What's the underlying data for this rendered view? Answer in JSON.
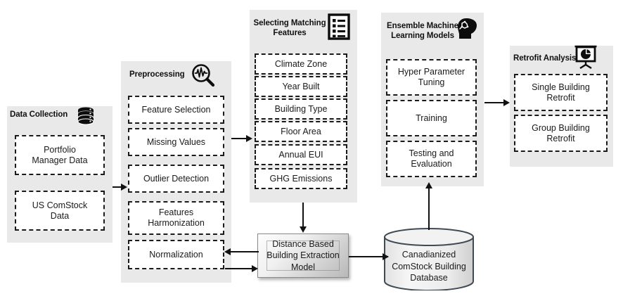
{
  "diagram": {
    "title": "Building Retrofit Analysis Methodology Flowchart",
    "accent_panel_color": "#e9e9e9",
    "line_color": "#111111"
  },
  "panels": [
    {
      "id": "data-collection",
      "title": "Data Collection",
      "icon": "database-icon",
      "items": [
        {
          "label": "Portfolio\nManager Data"
        },
        {
          "label": "US ComStock\nData"
        }
      ]
    },
    {
      "id": "preprocessing",
      "title": "Preprocessing",
      "icon": "magnifier-pulse-icon",
      "items": [
        {
          "label": "Feature Selection"
        },
        {
          "label": "Missing Values"
        },
        {
          "label": "Outlier Detection"
        },
        {
          "label": "Features\nHarmonization"
        },
        {
          "label": "Normalization"
        }
      ]
    },
    {
      "id": "selecting-matching-features",
      "title": "Selecting Matching\nFeatures",
      "icon": "checklist-icon",
      "items": [
        {
          "label": "Climate Zone"
        },
        {
          "label": "Year Built"
        },
        {
          "label": "Building Type"
        },
        {
          "label": "Floor Area"
        },
        {
          "label": "Annual EUI"
        },
        {
          "label": "GHG Emissions"
        }
      ]
    },
    {
      "id": "ensemble-ml-models",
      "title": "Ensemble Machine\nLearning Models",
      "icon": "brain-head-icon",
      "items": [
        {
          "label": "Hyper Parameter\nTuning"
        },
        {
          "label": "Training"
        },
        {
          "label": "Testing and\nEvaluation"
        }
      ]
    },
    {
      "id": "retrofit-analysis",
      "title": "Retrofit Analysis",
      "icon": "presentation-pie-chart-icon",
      "items": [
        {
          "label": "Single Building\nRetrofit"
        },
        {
          "label": "Group Building\nRetrofit"
        }
      ]
    }
  ],
  "nodes": {
    "extraction_model": {
      "label": "Distance Based\nBuilding Extraction\nModel",
      "shape": "process-3d"
    },
    "database": {
      "label": "Canadianized\nComStock Building\nDatabase",
      "shape": "cylinder"
    }
  },
  "connectors": [
    {
      "name": "data-collection-to-preprocessing",
      "direction": "right"
    },
    {
      "name": "preprocessing-to-selecting-features",
      "direction": "right"
    },
    {
      "name": "selecting-features-to-extraction-model",
      "direction": "down"
    },
    {
      "name": "extraction-model-to-normalization",
      "direction": "left"
    },
    {
      "name": "normalization-to-extraction-model",
      "direction": "right"
    },
    {
      "name": "extraction-model-to-database",
      "direction": "right"
    },
    {
      "name": "database-to-ensemble-models",
      "direction": "up"
    },
    {
      "name": "ensemble-models-to-retrofit-analysis",
      "direction": "right"
    }
  ]
}
